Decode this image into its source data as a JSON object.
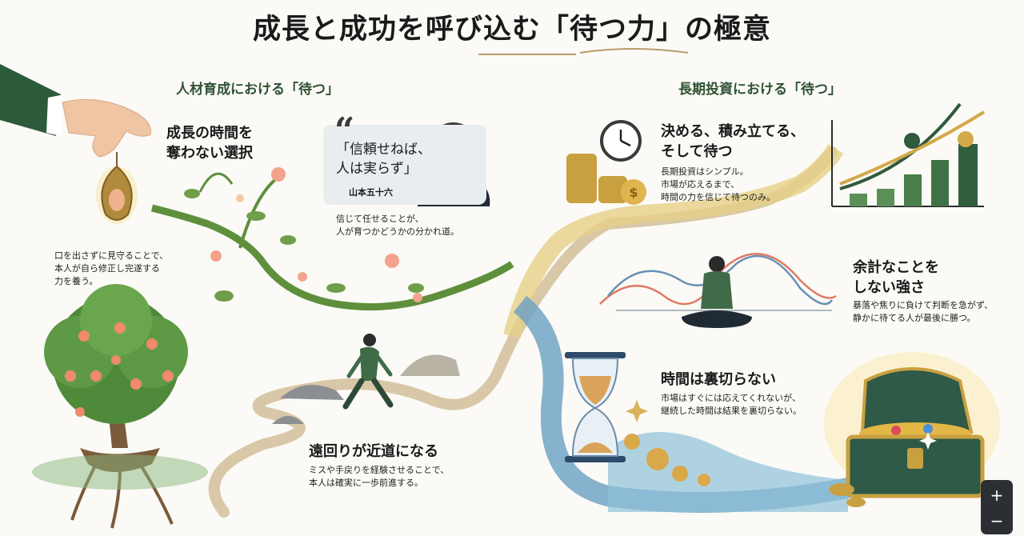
{
  "title": "成長と成功を呼び込む「待つ力」の極意",
  "left_section": {
    "title": "人材育成における「待つ」",
    "card1": {
      "heading": "成長の時間を\n奪わない選択",
      "body": "口を出さずに見守ることで、\n本人が自ら修正し完遂する\n力を養う。"
    },
    "quote": {
      "mark": "“",
      "text": "「信頼せねば、\n人は実らず」",
      "author": "山本五十六",
      "caption": "信じて任せることが、\n人が育つかどうかの分かれ道。"
    },
    "card2": {
      "heading": "遠回りが近道になる",
      "body": "ミスや手戻りを経験させることで、\n本人は確実に一歩前進する。"
    }
  },
  "right_section": {
    "title": "長期投資における「待つ」",
    "card1": {
      "heading": "決める、積み立てる、\nそして待つ",
      "body": "長期投資はシンプル。\n市場が応えるまで、\n時間の力を信じて待つのみ。"
    },
    "card2": {
      "heading": "余計なことを\nしない強さ",
      "body": "暴落や焦りに負けて判断を急がず、\n静かに待てる人が最後に勝つ。"
    },
    "card3": {
      "heading": "時間は裏切らない",
      "body": "市場はすぐには応えてくれないが、\n継続した時間は結果を裏切らない。"
    }
  },
  "zoom": {
    "in": "+",
    "out": "−"
  },
  "icons": {
    "dollar": "$"
  },
  "colors": {
    "green_dark": "#2f5a3c",
    "gold": "#d3a94a",
    "blue_river": "#5f93b7",
    "leaf": "#5e8f3c",
    "text": "#1a1a1a"
  }
}
